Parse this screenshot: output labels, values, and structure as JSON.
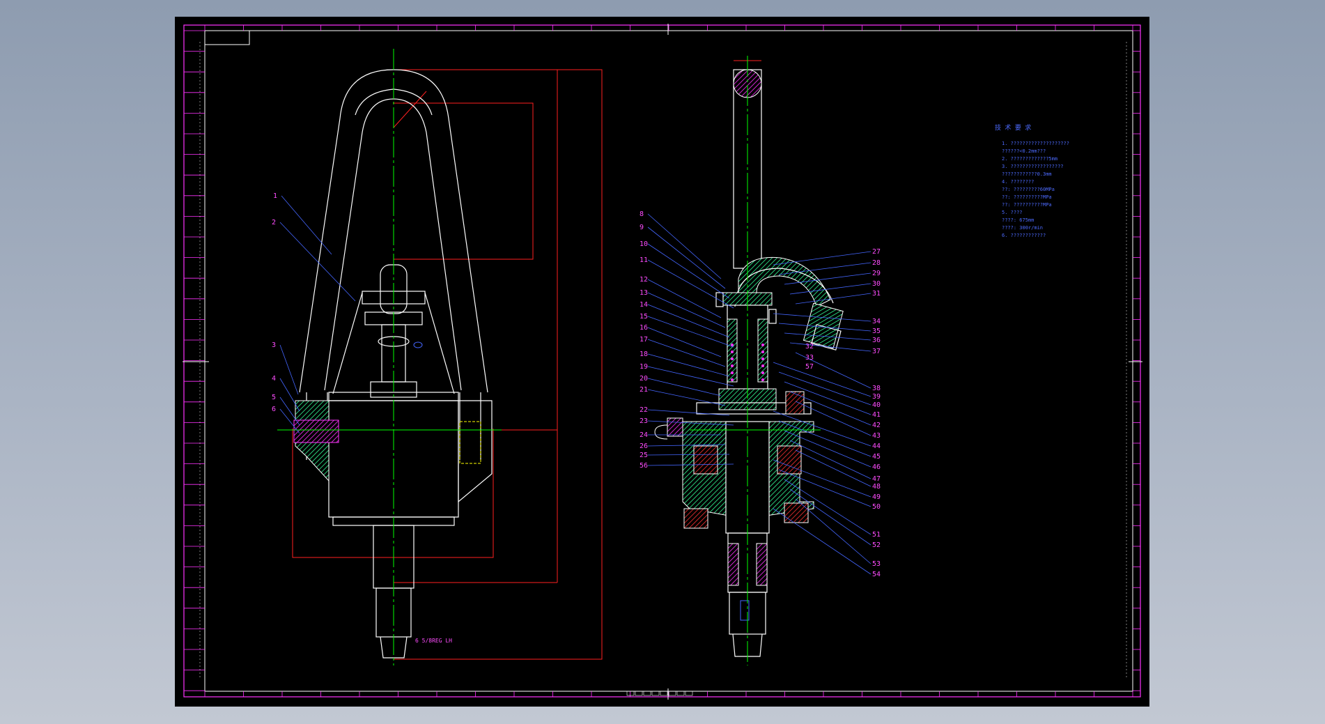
{
  "viewport": {
    "background_top": "#8e9cb0",
    "background_bottom": "#c2c8d3"
  },
  "sheet": {
    "background": "#000000",
    "frame_color": "#ff33ff",
    "line_color": "#ffffff"
  },
  "colors": {
    "outline": "#ffffff",
    "centerline": "#00ff00",
    "dimension": "#ff2020",
    "hatch_green": "#33ff99",
    "hatch_magenta": "#ff33ff",
    "leader": "#4466ff",
    "label": "#ff4dff",
    "bearing": "#ff3333"
  },
  "left_view": {
    "thread_label": "6 5/8REG LH",
    "part_numbers": [
      "1",
      "2",
      "3",
      "4",
      "5",
      "6"
    ]
  },
  "right_view": {
    "left_part_numbers": [
      "8",
      "9",
      "10",
      "11",
      "12",
      "13",
      "14",
      "15",
      "16",
      "17",
      "18",
      "19",
      "20",
      "21",
      "22",
      "23",
      "24",
      "26",
      "25",
      "56"
    ],
    "right_part_numbers": [
      "27",
      "28",
      "29",
      "30",
      "31",
      "34",
      "35",
      "36",
      "37",
      "38",
      "39",
      "40",
      "41",
      "42",
      "43",
      "44",
      "45",
      "46",
      "47",
      "48",
      "49",
      "50",
      "51",
      "52",
      "53",
      "54"
    ],
    "inner_part_numbers": [
      "32",
      "33",
      "57"
    ]
  },
  "technical_notes": {
    "title": "技 术 要 求",
    "lines": [
      "1. ????????????????????",
      "   ??????<0.2mm???",
      "2. ?????????????5mm",
      "3. ??????????????????",
      "   ????????????0.3mm",
      "4. ????????",
      "   ??: ?????????60MPa",
      "   ??: ??????????MPa",
      "   ??: ??????????MPa",
      "5. ????",
      "     ????: 675mm",
      "     ????: 300r/min",
      "6. ????????????"
    ]
  }
}
